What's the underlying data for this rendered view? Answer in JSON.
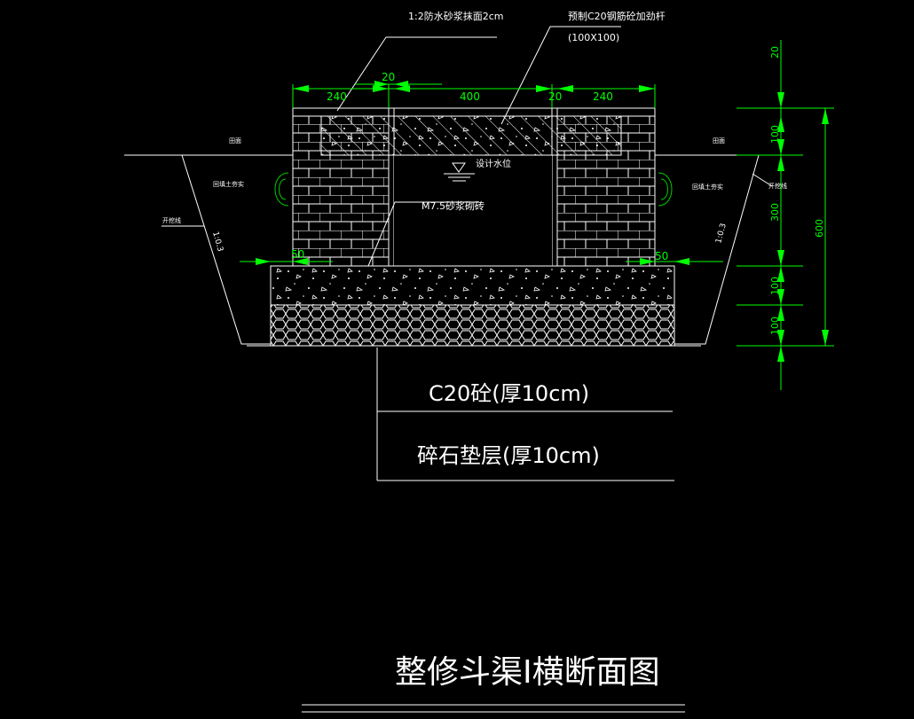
{
  "labels": {
    "mortar_surface": "1:2防水砂浆抹面2cm",
    "cover_slab": "预制C20钢筋砼加劲杆",
    "cover_slab_size": "(100X100)",
    "design_water_level": "设计水位",
    "masonry": "M7.5砂浆砌砖",
    "ground_left": "田面",
    "ground_right": "田面",
    "backfill_left": "回填土夯实",
    "backfill_right": "回填土夯实",
    "excavation_left": "开挖线",
    "excavation_right": "开挖线",
    "slope_left": "1:0.3",
    "slope_right": "1:0.3"
  },
  "dimensions": {
    "top_wall_left": "240",
    "top_gap_left": "20",
    "top_clear_width": "400",
    "top_gap_right": "20",
    "top_wall_right": "240",
    "footing_offset_left": "50",
    "footing_offset_right": "50",
    "v_top": "20",
    "v_seg1": "100",
    "v_seg2": "300",
    "v_seg3": "100",
    "v_seg4": "100",
    "v_total": "600"
  },
  "legend": {
    "row1": "C20砼(厚10cm)",
    "row2": "碎石垫层(厚10cm)"
  },
  "title": "整修斗渠Ⅰ横断面图"
}
